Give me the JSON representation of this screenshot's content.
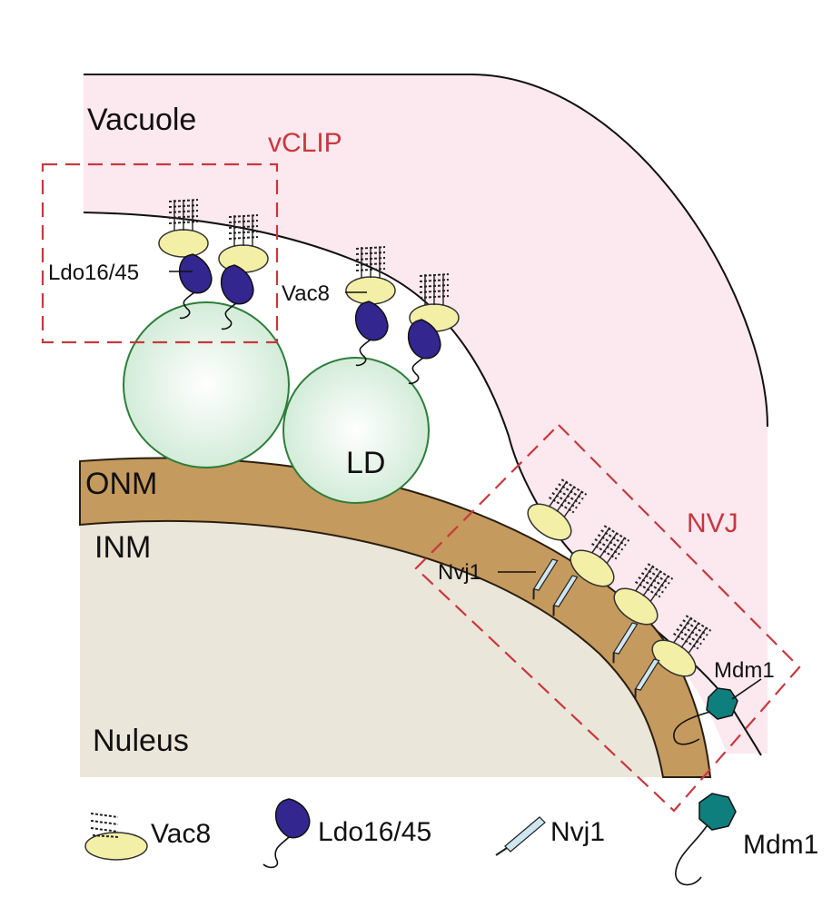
{
  "labels": {
    "vacuole": "Vacuole",
    "vclip": "vCLIP",
    "nvj": "NVJ",
    "ld": "LD",
    "onm": "ONM",
    "inm": "INM",
    "nucleus": "Nuleus",
    "ldo1645": "Ldo16/45",
    "vac8": "Vac8",
    "nvj1": "Nvj1",
    "mdm1": "Mdm1"
  },
  "legend": {
    "vac8": "Vac8",
    "ldo1645": "Ldo16/45",
    "nvj1": "Nvj1",
    "mdm1": "Mdm1"
  },
  "colors": {
    "vacuole_fill": "#fce8ef",
    "ld_fill": "#dff2e2",
    "ld_stroke": "#2e7d3a",
    "onm_fill": "#c59a5e",
    "nucleus_fill": "#ebe6da",
    "vac8_fill": "#f3efa6",
    "ldo_fill": "#33268f",
    "nvj1_fill": "#cfe6f2",
    "mdm1_fill": "#0e7f7c",
    "box_red": "#c8383e"
  }
}
